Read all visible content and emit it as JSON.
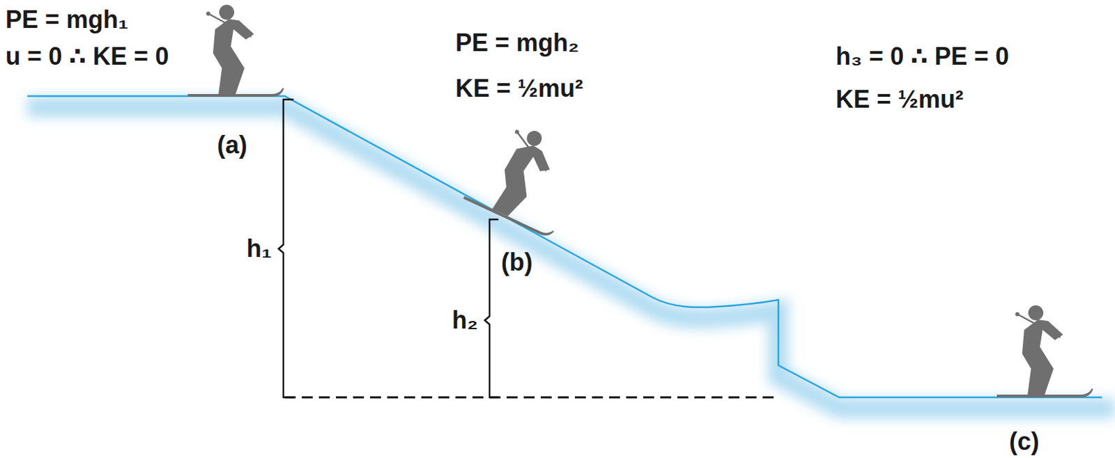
{
  "diagram": {
    "labels": [
      "PE = mgh₁",
      "u = 0 ∴ KE = 0",
      "(a)",
      "PE = mgh₂",
      "KE = ½mu²",
      "h₁",
      "(b)",
      "h₂",
      "h₃ = 0 ∴ PE = 0",
      "KE = ½mu²",
      "(c)"
    ]
  }
}
